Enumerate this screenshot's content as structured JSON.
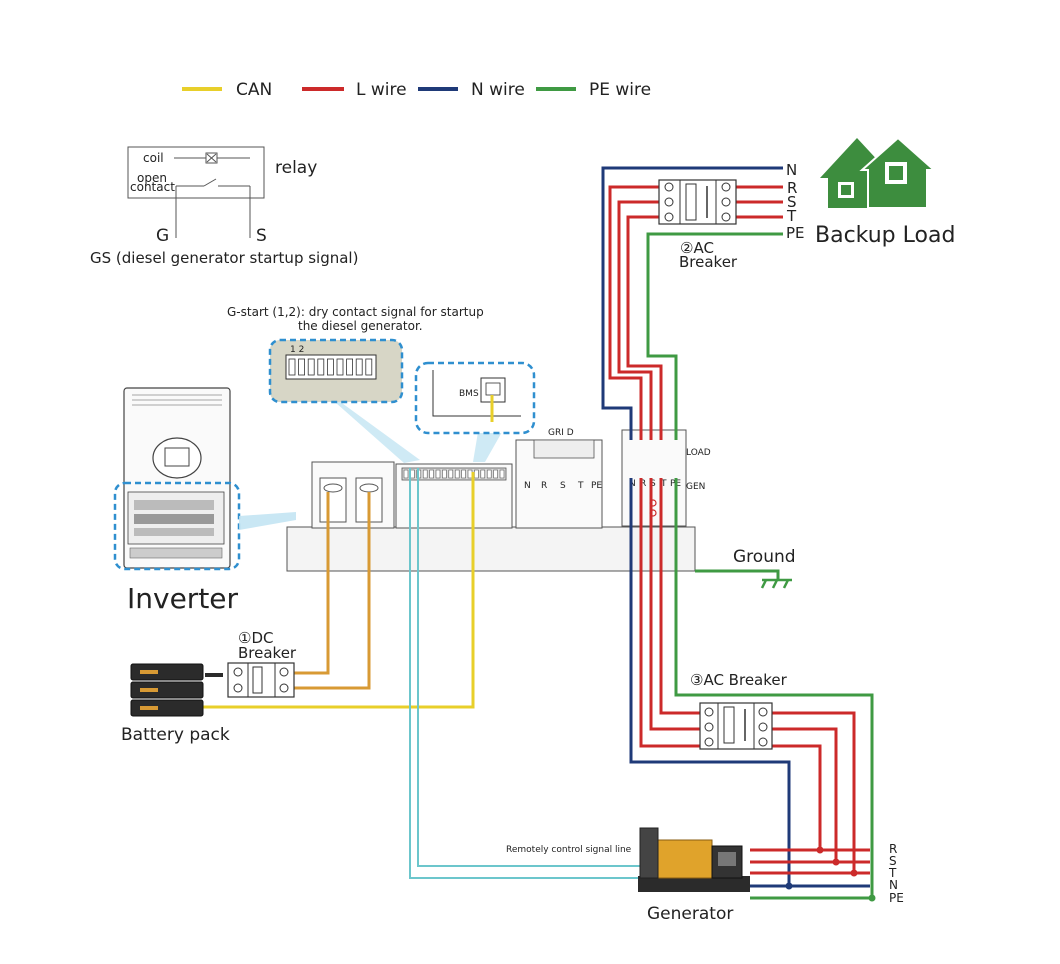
{
  "legend": {
    "can": "CAN",
    "l_wire": "L wire",
    "n_wire": "N wire",
    "pe_wire": "PE wire"
  },
  "colors": {
    "can": "#e8cf2a",
    "l_wire": "#cc2a2a",
    "n_wire": "#1f3a78",
    "pe_wire": "#3f9a43",
    "dc_wire": "#d89a34",
    "signal_wire": "#6cc6cc",
    "house": "#3d8d3e",
    "callout": "#2f8fcf"
  },
  "relay": {
    "title": "relay",
    "coil": "coil",
    "open": "open",
    "contact": "contact",
    "g": "G",
    "s": "S",
    "caption": "GS (diesel generator startup signal)"
  },
  "gstart": {
    "line1": "G-start (1,2): dry contact signal for startup",
    "line2": "the diesel generator.",
    "pins": "1 2"
  },
  "bms_label": "BMS",
  "grid_label": "GRI D",
  "grid_terminals": [
    "N",
    "R",
    "S",
    "T",
    "PE"
  ],
  "load_label": "LOAD",
  "gen_label": "GEN",
  "load_terminals": [
    "N",
    "R",
    "S",
    "T",
    "PE"
  ],
  "backup_load": {
    "title": "Backup Load",
    "lines": [
      "N",
      "R",
      "S",
      "T",
      "PE"
    ]
  },
  "ac_breaker_2": {
    "line1": "②AC",
    "line2": "Breaker"
  },
  "dc_breaker_1": {
    "line1": "①DC",
    "line2": "Breaker"
  },
  "ac_breaker_3": "③AC Breaker",
  "inverter_label": "Inverter",
  "battery_label": "Battery pack",
  "ground_label": "Ground",
  "remote_signal": "Remotely control signal line",
  "generator": {
    "label": "Generator",
    "lines": [
      "R",
      "S",
      "T",
      "N",
      "PE"
    ]
  }
}
